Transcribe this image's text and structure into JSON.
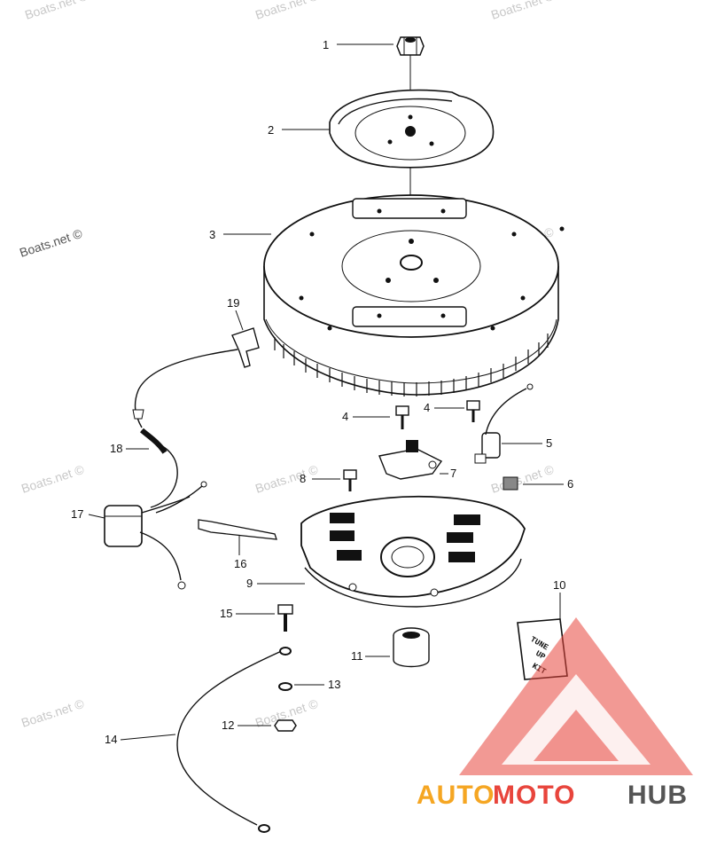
{
  "watermarks": [
    "Boats.net ©",
    "Boats.net ©",
    "Boats.net ©",
    "Boats.net ©",
    "Boats.net ©",
    "Boats.net ©",
    "Boats.net ©",
    "Boats.net ©",
    "Boats.net ©",
    "Boats.net ©"
  ],
  "callouts": {
    "c1": "1",
    "c2": "2",
    "c3": "3",
    "c4a": "4",
    "c4b": "4",
    "c5": "5",
    "c6": "6",
    "c7": "7",
    "c8": "8",
    "c9": "9",
    "c10": "10",
    "c11": "11",
    "c12": "12",
    "c13": "13",
    "c14": "14",
    "c15": "15",
    "c16": "16",
    "c17": "17",
    "c18": "18",
    "c19": "19"
  },
  "kit_label": [
    "TUNE",
    "UP",
    "KIT"
  ],
  "brand": {
    "part1": "AUTO",
    "part2": "MOTO",
    "part3": "HUB",
    "color1": "#f5a623",
    "color2": "#e8453c",
    "color3": "#555555"
  }
}
